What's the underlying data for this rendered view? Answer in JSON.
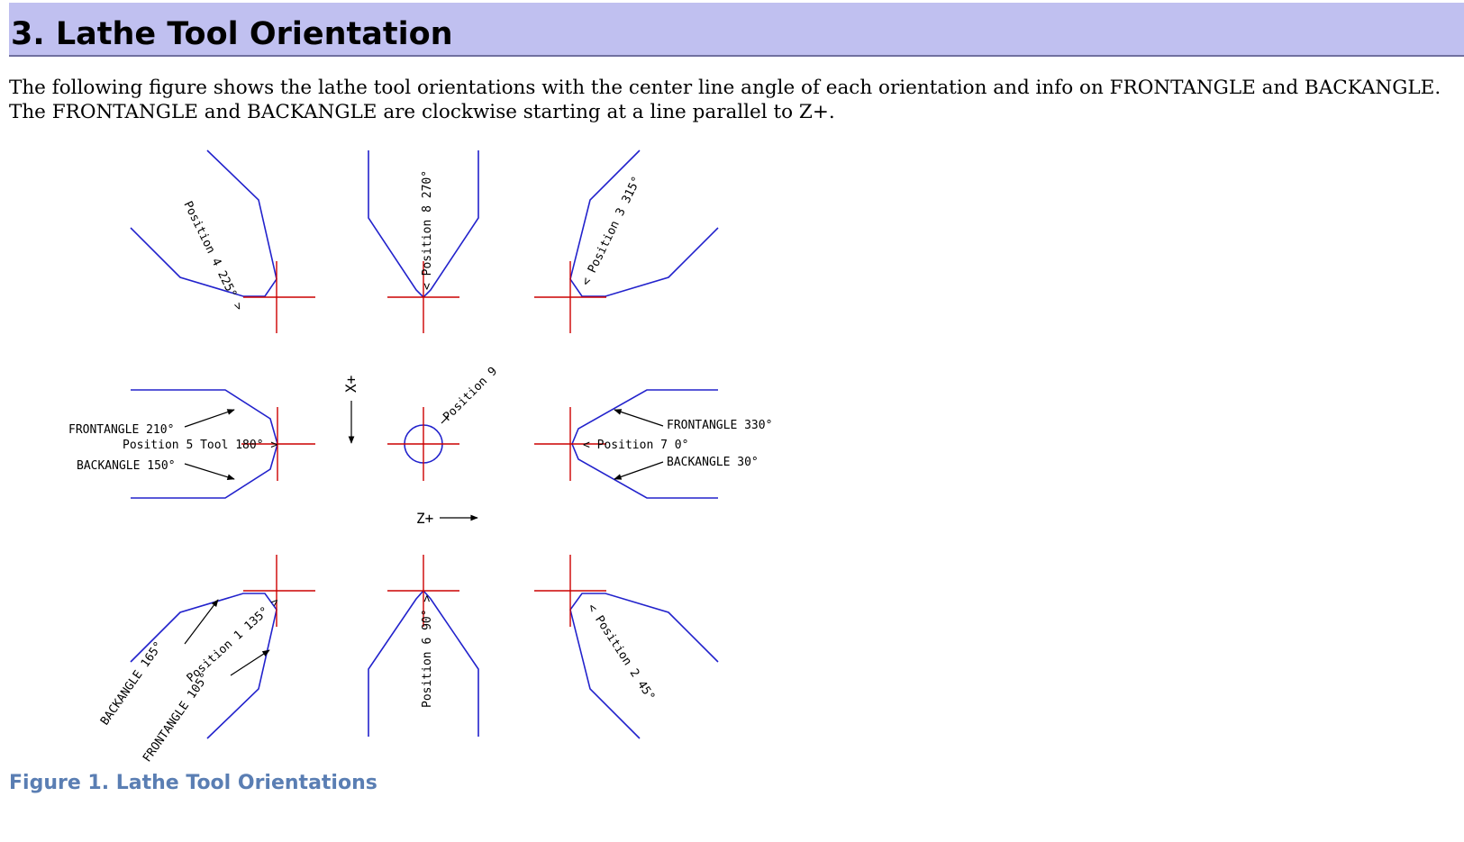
{
  "section": {
    "title": "3. Lathe Tool Orientation"
  },
  "intro": {
    "text": "The following figure shows the lathe tool orientations with the center line angle of each orientation and info on FRONTANGLE and BACKANGLE. The FRONTANGLE and BACKANGLE are clockwise starting at a line parallel to Z+."
  },
  "figure": {
    "colors": {
      "tool": "#2222cc",
      "centerline": "#cc0000",
      "text": "#000000"
    },
    "labels": {
      "pos1": "Position 1 135° >",
      "pos1_front": "FRONTANGLE 105°",
      "pos1_back": "BACKANGLE 165°",
      "pos2": "< Position 2 45°",
      "pos3": "< Position 3 315°",
      "pos4": "Position 4 225° >",
      "pos5": "Position 5 Tool 180° >",
      "pos5_front": "FRONTANGLE 210°",
      "pos5_back": "BACKANGLE 150°",
      "pos6": "Position 6 90° >",
      "pos7": "< Position 7 0°",
      "pos7_front": "FRONTANGLE 330°",
      "pos7_back": "BACKANGLE 30°",
      "pos8": "< Position 8 270°",
      "pos9": "Position 9",
      "axis_x": "X+",
      "axis_z": "Z+"
    }
  },
  "caption": {
    "text": "Figure 1. Lathe Tool Orientations"
  }
}
